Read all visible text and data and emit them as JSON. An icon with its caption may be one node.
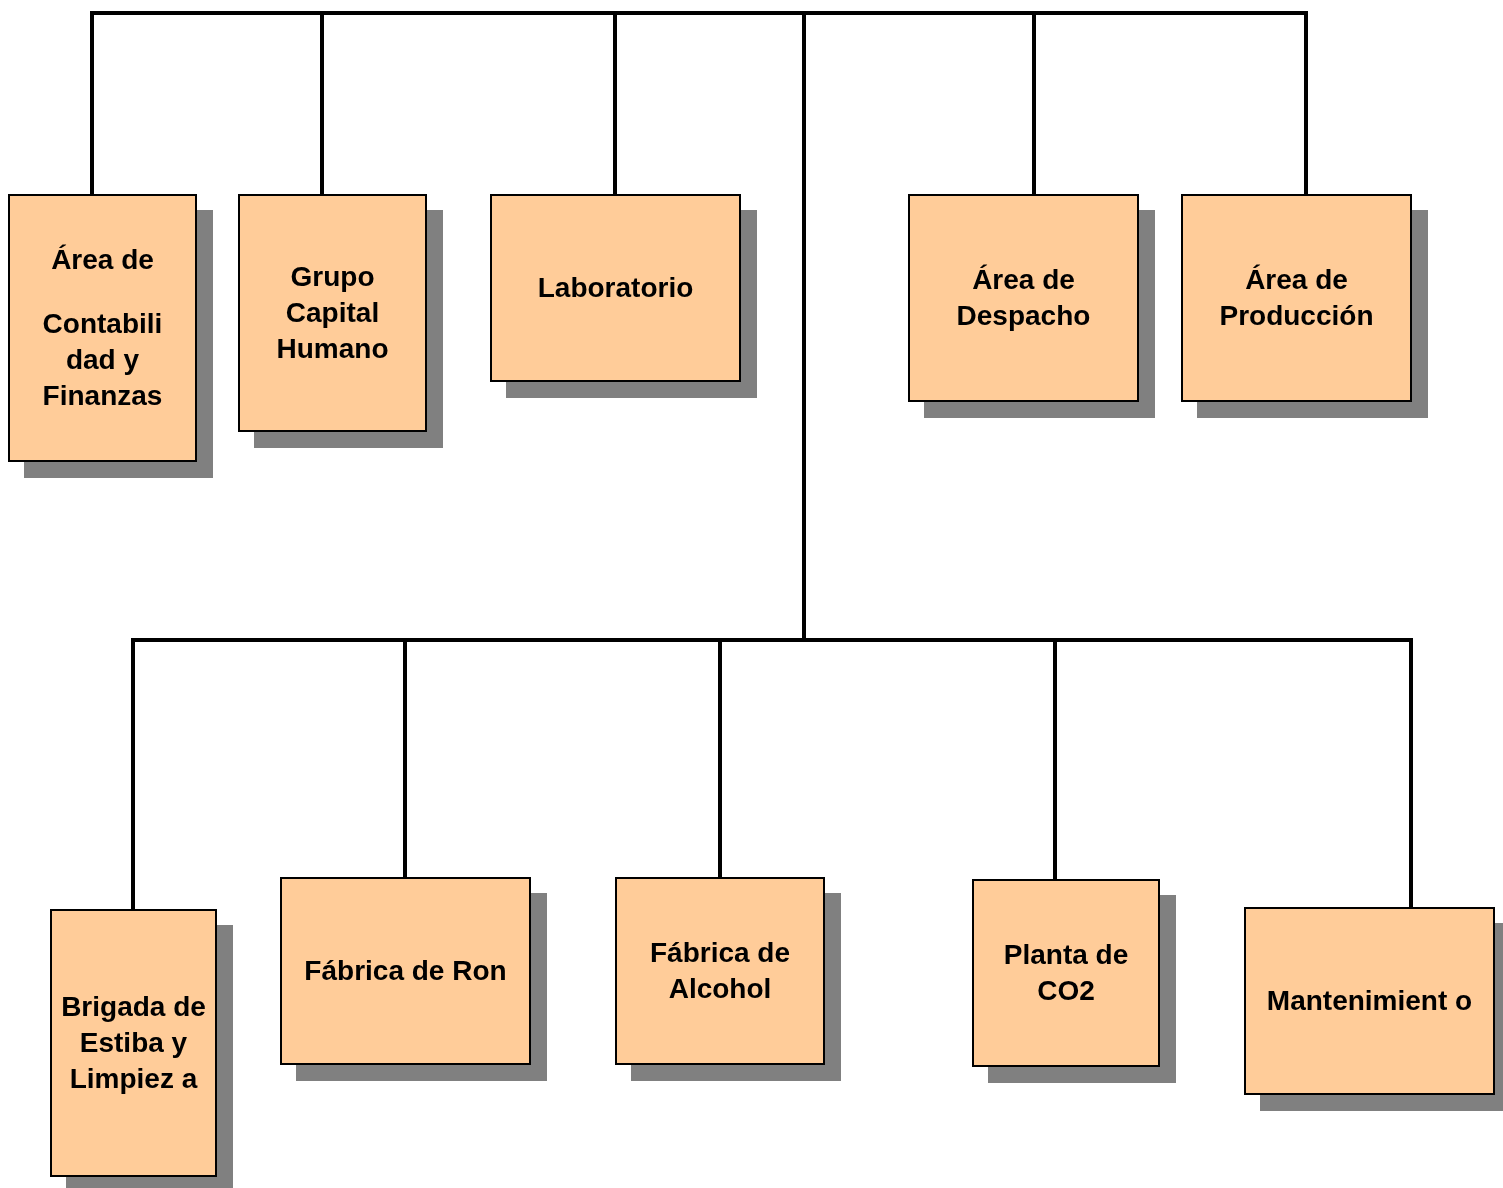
{
  "diagram": {
    "nodes": [
      {
        "text": [
          "Área de",
          "Contabili dad y Finanzas"
        ]
      },
      {
        "text": [
          "Grupo Capital Humano"
        ]
      },
      {
        "text": [
          "Laboratorio"
        ]
      },
      {
        "text": [
          "Área de Despacho"
        ]
      },
      {
        "text": [
          "Área de Producción"
        ]
      },
      {
        "text": [
          "Brigada de Estiba y Limpiez a"
        ]
      },
      {
        "text": [
          "Fábrica de Ron"
        ]
      },
      {
        "text": [
          "Fábrica de Alcohol"
        ]
      },
      {
        "text": [
          "Planta de CO2"
        ]
      },
      {
        "text": [
          "Mantenimient o"
        ]
      }
    ],
    "edges": [
      {
        "from": null,
        "to": 0,
        "arrow": "none"
      },
      {
        "from": null,
        "to": 1,
        "arrow": "none"
      },
      {
        "from": null,
        "to": 2,
        "arrow": "none"
      },
      {
        "from": null,
        "to": 3,
        "arrow": "none"
      },
      {
        "from": null,
        "to": 4,
        "arrow": "none"
      },
      {
        "from": null,
        "to": 5,
        "arrow": "none"
      },
      {
        "from": null,
        "to": 6,
        "arrow": "none"
      },
      {
        "from": null,
        "to": 7,
        "arrow": "none"
      },
      {
        "from": null,
        "to": 8,
        "arrow": "none"
      },
      {
        "from": null,
        "to": 9,
        "arrow": "none"
      }
    ]
  }
}
